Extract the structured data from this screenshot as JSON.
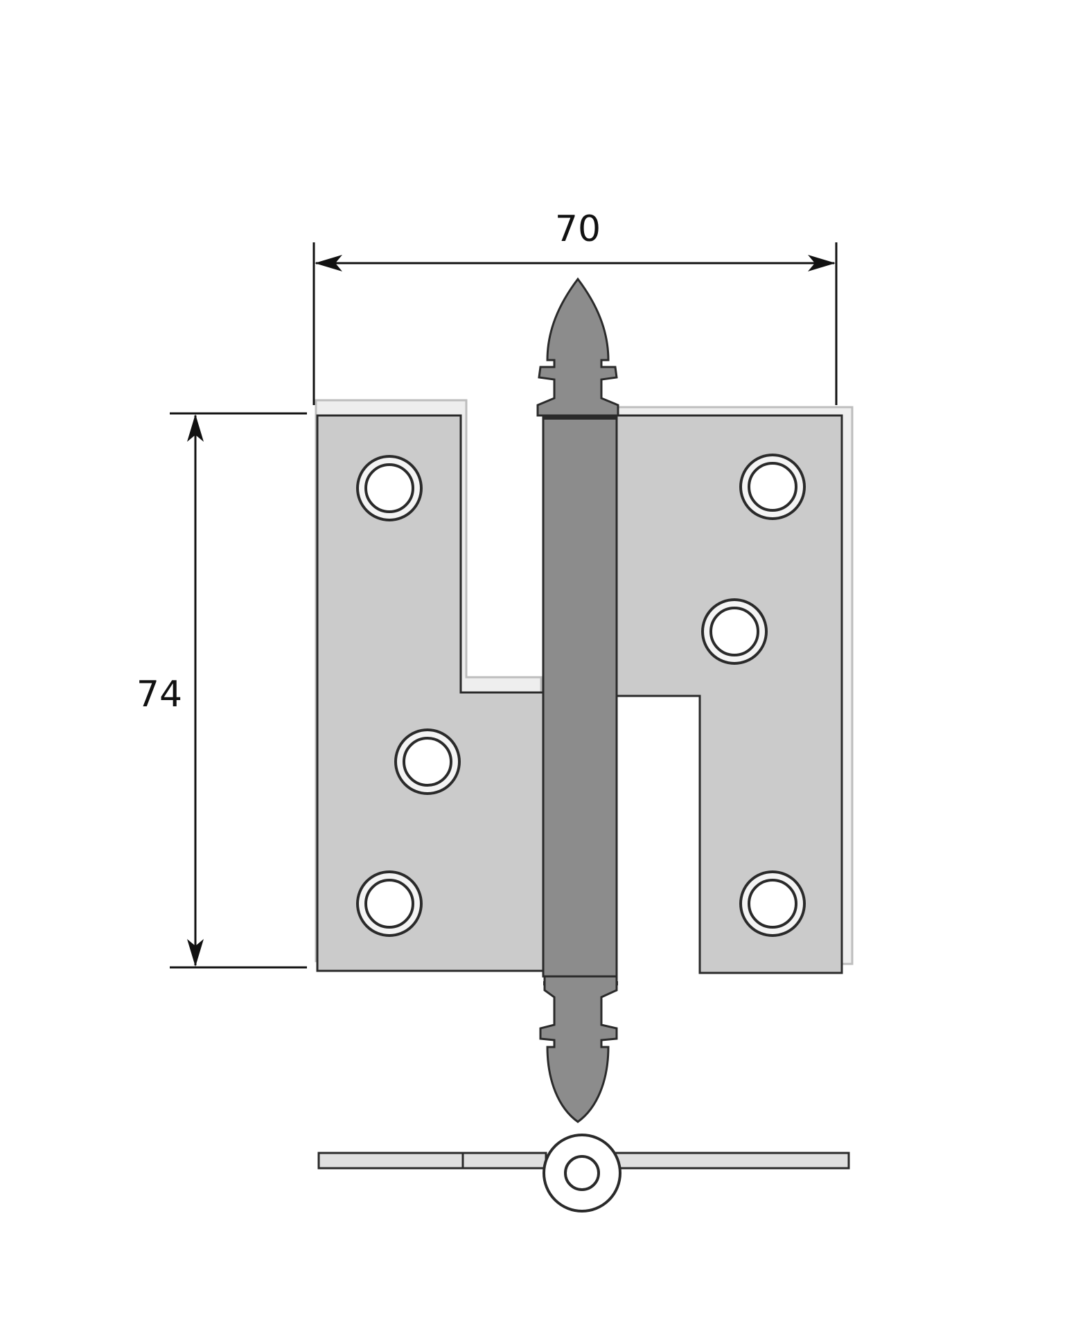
{
  "dimensions": {
    "width_label": "70",
    "height_label": "74"
  },
  "colors": {
    "leaf_fill": "#cbcbcb",
    "leaf_shadow": "#eeeeee",
    "pin_fill": "#8c8c8c",
    "outline": "#2a2a2a",
    "screw_ring": "#f4f4f4"
  },
  "parts": {
    "left_leaf_screw_holes": 3,
    "right_leaf_screw_holes": 3
  }
}
